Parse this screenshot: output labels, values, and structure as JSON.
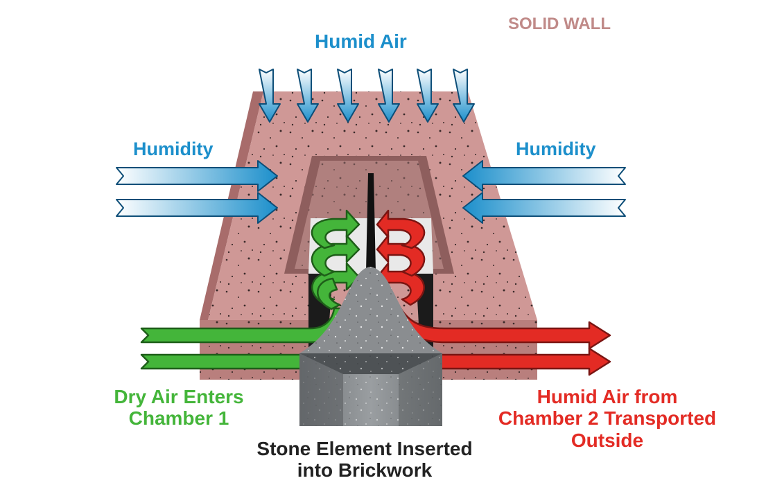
{
  "labels": {
    "solid_wall": "SOLID WALL",
    "humid_air_top": "Humid Air",
    "humidity_left": "Humidity",
    "humidity_right": "Humidity",
    "dry_air_line1": "Dry Air Enters",
    "dry_air_line2": "Chamber 1",
    "humid_out_line1": "Humid Air from",
    "humid_out_line2": "Chamber 2 Transported",
    "humid_out_line3": "Outside",
    "stone_line1": "Stone Element Inserted",
    "stone_line2": "into Brickwork"
  },
  "colors": {
    "wall_label": "#c08a88",
    "humidity_blue": "#1c8fcb",
    "dry_air_green": "#44b53a",
    "humid_out_red": "#e32b24",
    "stone_text": "#222222",
    "wall_face": "#c99191",
    "wall_top": "#d8a4a2",
    "stone_gray": "#8a8d90"
  },
  "icons": {
    "top_arrows": "down-arrow-icon",
    "side_arrows": "horizontal-arrow-icon",
    "green_flow": "curved-flow-arrow-icon",
    "red_flow": "curved-flow-arrow-icon"
  }
}
